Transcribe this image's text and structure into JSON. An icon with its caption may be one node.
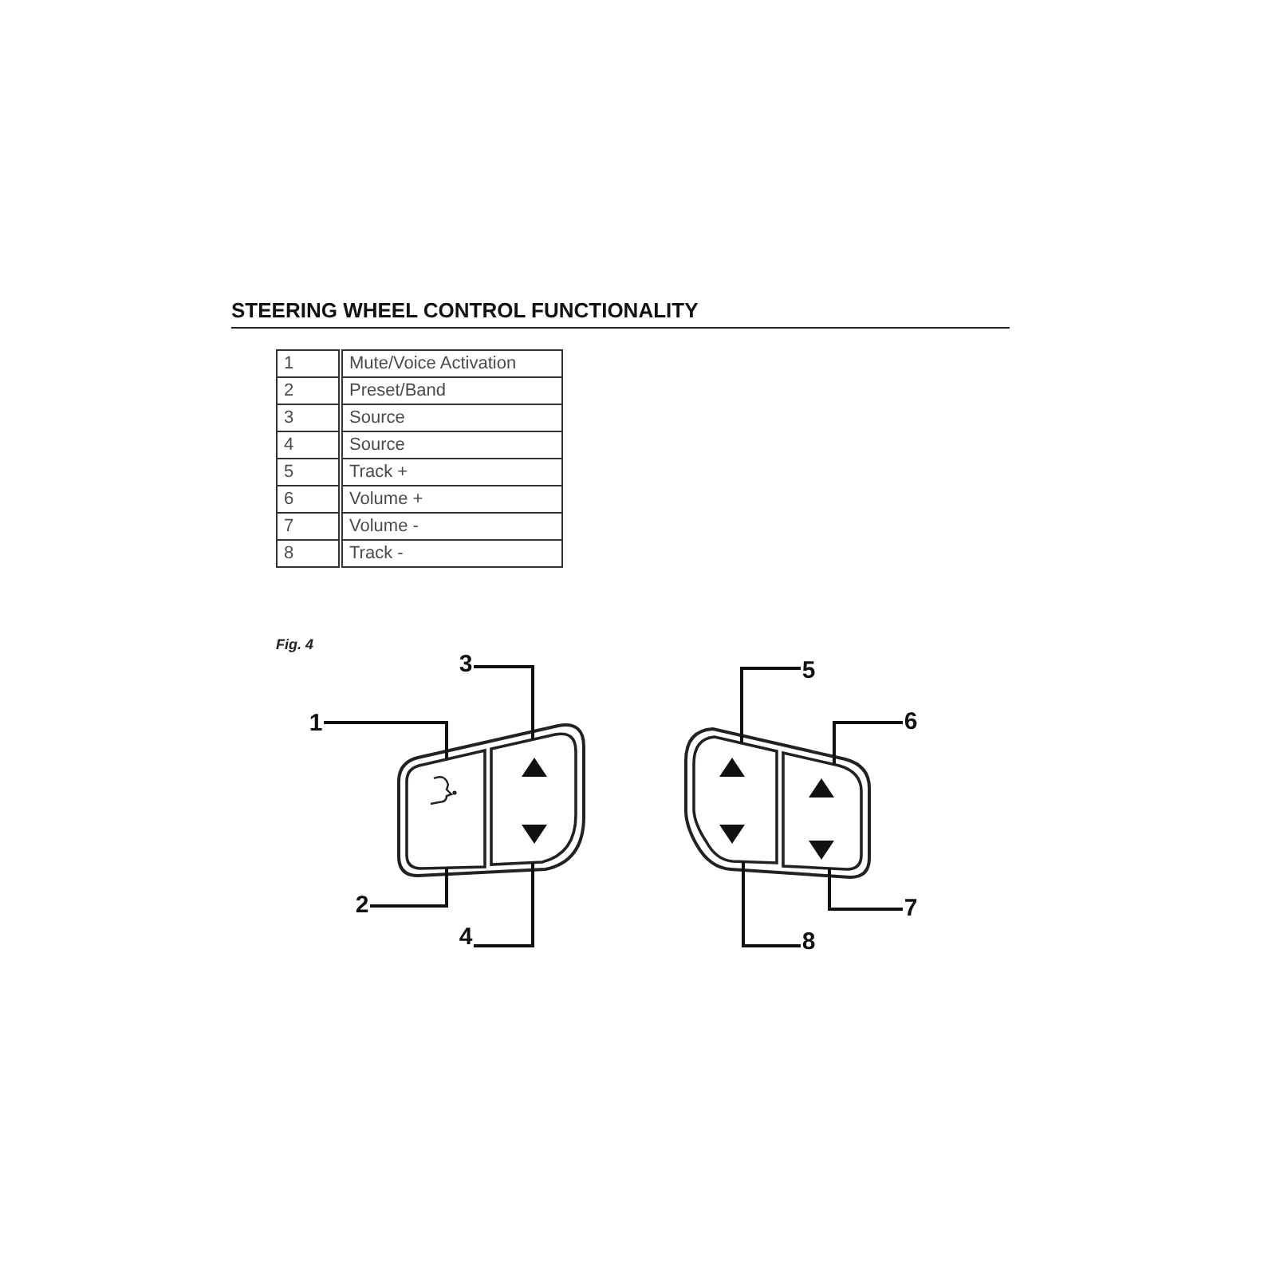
{
  "diagram": {
    "title": "STEERING WHEEL CONTROL FUNCTIONALITY",
    "nodes": [
      {
        "text": [
          "1"
        ]
      },
      {
        "text": [
          "2"
        ]
      },
      {
        "text": [
          "3"
        ]
      },
      {
        "text": [
          "4"
        ]
      },
      {
        "text": [
          "5"
        ]
      },
      {
        "text": [
          "6"
        ]
      },
      {
        "text": [
          "7"
        ]
      },
      {
        "text": [
          "8"
        ]
      },
      {
        "text": [],
        "shape": "box"
      },
      {
        "text": [],
        "shape": "box"
      },
      {
        "text": [],
        "shape": "box"
      },
      {
        "text": [],
        "shape": "box"
      }
    ],
    "edges": [
      {
        "from": 0,
        "to": 8,
        "arrow": "none"
      },
      {
        "from": 1,
        "to": 8,
        "arrow": "none"
      },
      {
        "from": 2,
        "to": 9,
        "arrow": "none"
      },
      {
        "from": 3,
        "to": 9,
        "arrow": "none"
      },
      {
        "from": 4,
        "to": 10,
        "arrow": "none"
      },
      {
        "from": 5,
        "to": 11,
        "arrow": "none"
      },
      {
        "from": 6,
        "to": 11,
        "arrow": "none"
      },
      {
        "from": 7,
        "to": 10,
        "arrow": "none"
      }
    ],
    "labels": [
      "1",
      "Mute/Voice Activation",
      "2",
      "Preset/Band",
      "3",
      "Source",
      "4",
      "Source",
      "5",
      "Track +",
      "6",
      "Volume +",
      "7",
      "Volume -",
      "8",
      "Track -",
      "Fig. 4"
    ]
  }
}
